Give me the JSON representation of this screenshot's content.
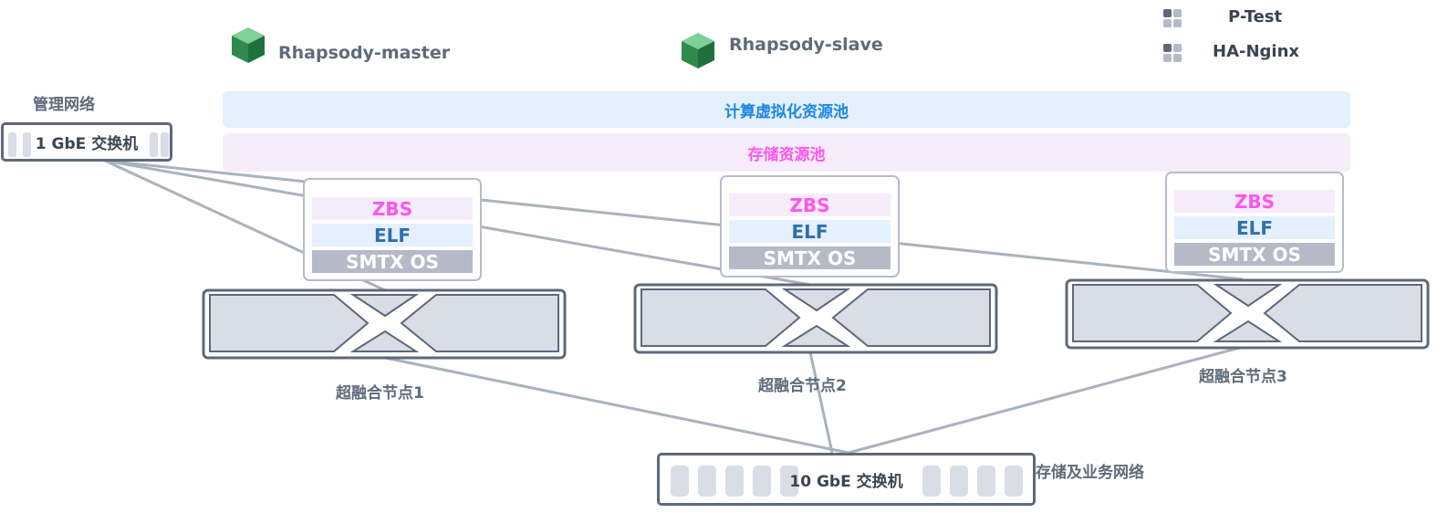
{
  "legend": [
    {
      "label": "P-Test",
      "icon": "app-grid-icon"
    },
    {
      "label": "HA-Nginx",
      "icon": "app-grid-icon"
    }
  ],
  "vms": [
    {
      "label": "Rhapsody-master",
      "icon": "vm-cube-icon"
    },
    {
      "label": "Rhapsody-slave",
      "icon": "vm-cube-icon"
    }
  ],
  "management_network": {
    "label": "管理网络",
    "switch_label": "1 GbE 交换机"
  },
  "storage_network": {
    "label": "存储及业务网络",
    "switch_label": "10 GbE 交换机"
  },
  "pools": {
    "compute": "计算虚拟化资源池",
    "storage": "存储资源池"
  },
  "nodes": [
    {
      "label": "超融合节点1",
      "layers": [
        "ZBS",
        "ELF",
        "SMTX OS"
      ]
    },
    {
      "label": "超融合节点2",
      "layers": [
        "ZBS",
        "ELF",
        "SMTX OS"
      ]
    },
    {
      "label": "超融合节点3",
      "layers": [
        "ZBS",
        "ELF",
        "SMTX OS"
      ]
    }
  ],
  "colors": {
    "compute_pool_bg": "#e4f0fd",
    "compute_pool_text": "#1b86e6",
    "storage_pool_bg": "#f6ecfa",
    "storage_pool_text": "#ff55f0",
    "zbs_text": "#ff55f0",
    "elf_text": "#2e6fad",
    "os_bg": "#b5bac6",
    "line": "#aab2bd",
    "switch_border": "#5e6878",
    "node_fill": "#d9dde5",
    "cube_dark": "#2f8a4e",
    "cube_light": "#7fcf97"
  }
}
